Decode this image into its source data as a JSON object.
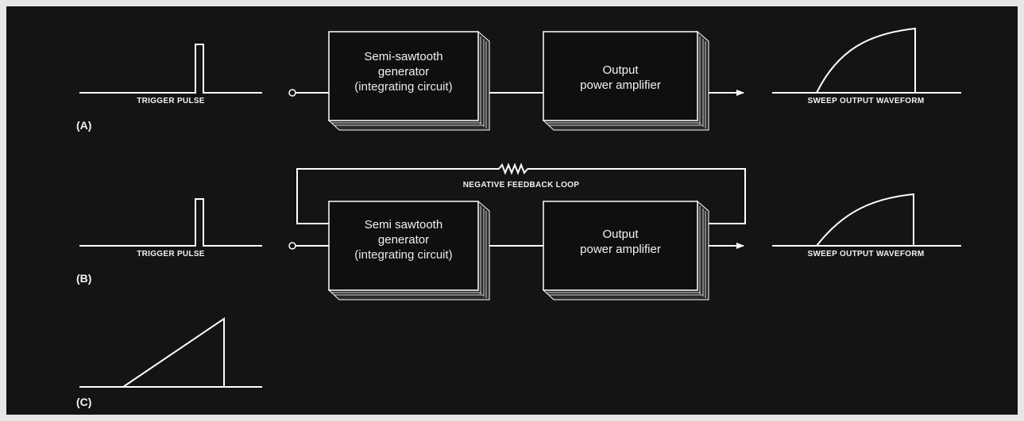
{
  "labels": {
    "trigger_a": "TRIGGER PULSE",
    "trigger_b": "TRIGGER PULSE",
    "sweep_a": "SWEEP OUTPUT WAVEFORM",
    "sweep_b": "SWEEP OUTPUT WAVEFORM",
    "feedback": "NEGATIVE FEEDBACK LOOP",
    "tag_a": "(A)",
    "tag_b": "(B)",
    "tag_c": "(C)"
  },
  "boxes": {
    "gen_a_line1": "Semi-sawtooth",
    "gen_a_line2": "generator",
    "gen_a_line3": "(integrating circuit)",
    "amp_a_line1": "Output",
    "amp_a_line2": "power amplifier",
    "gen_b_line1": "Semi sawtooth",
    "gen_b_line2": "generator",
    "gen_b_line3": "(integrating circuit)",
    "amp_b_line1": "Output",
    "amp_b_line2": "power amplifier"
  },
  "colors": {
    "background": "#141414",
    "foreground": "#ffffff"
  }
}
